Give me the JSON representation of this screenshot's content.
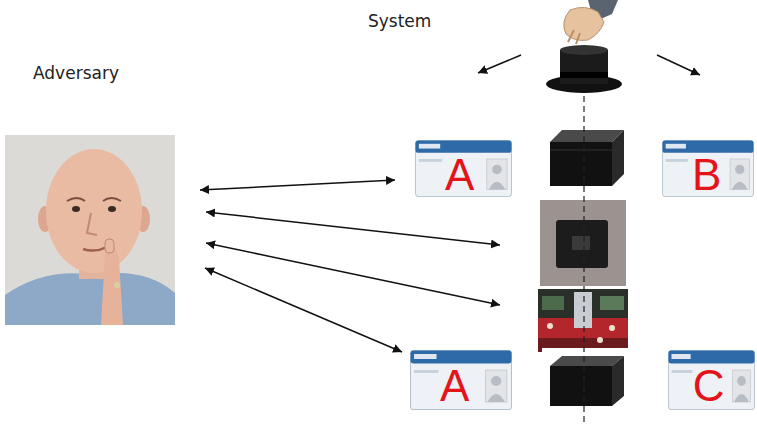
{
  "diagram": {
    "nodes": [
      {
        "text": [
          "Adversary"
        ]
      },
      {
        "text": [
          "A"
        ]
      },
      {
        "text": [
          "B"
        ]
      },
      {
        "text": [
          "A"
        ]
      },
      {
        "text": [
          "C"
        ]
      }
    ],
    "edges": [
      {
        "from": 0,
        "to": 1,
        "arrow": "both"
      },
      {
        "from": 0,
        "to": 3,
        "arrow": "both"
      }
    ],
    "labels": [
      "System"
    ]
  }
}
